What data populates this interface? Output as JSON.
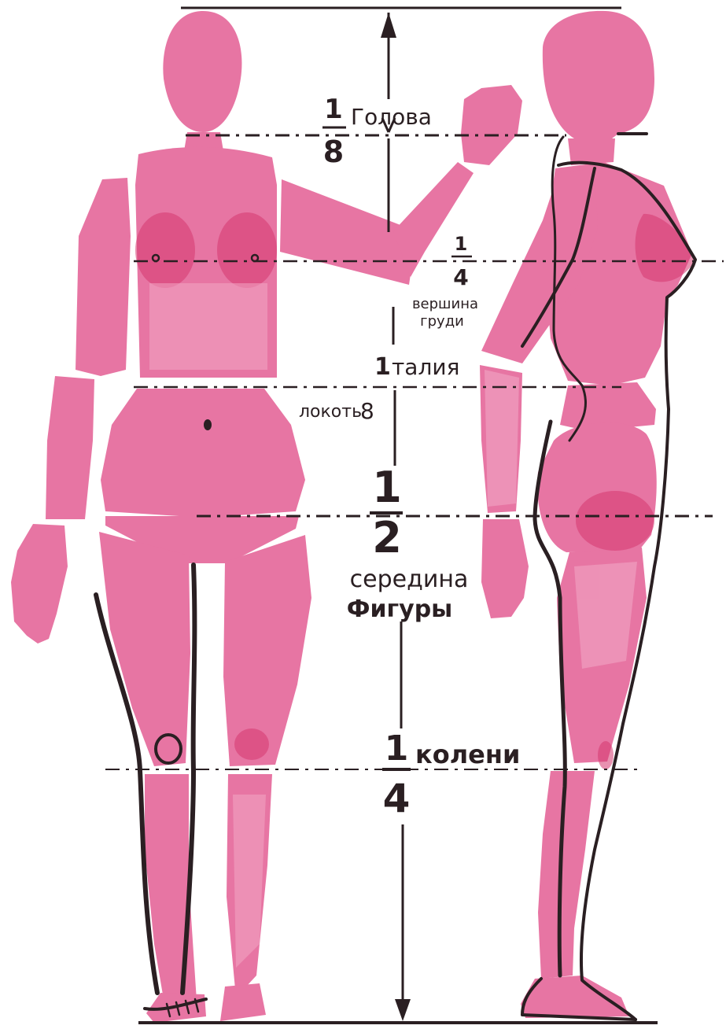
{
  "colors": {
    "paint": "#e2578f",
    "paint_light": "#f2a5c4",
    "paint_dark": "#d5376f",
    "ink": "#2a1f22",
    "paper": "#ffffff"
  },
  "labels": {
    "head": {
      "num": "1",
      "den": "8",
      "word": "Голова"
    },
    "chest": {
      "num": "1",
      "den": "4",
      "line1": "вершина",
      "line2": "груди"
    },
    "waist": {
      "num": "1",
      "word": "талия",
      "elbow": "локоть",
      "den": "8"
    },
    "middle": {
      "num": "1",
      "den": "2",
      "line1": "середина",
      "line2": "Фигуры"
    },
    "knee": {
      "num": "1",
      "den": "4",
      "word": "колени"
    }
  }
}
